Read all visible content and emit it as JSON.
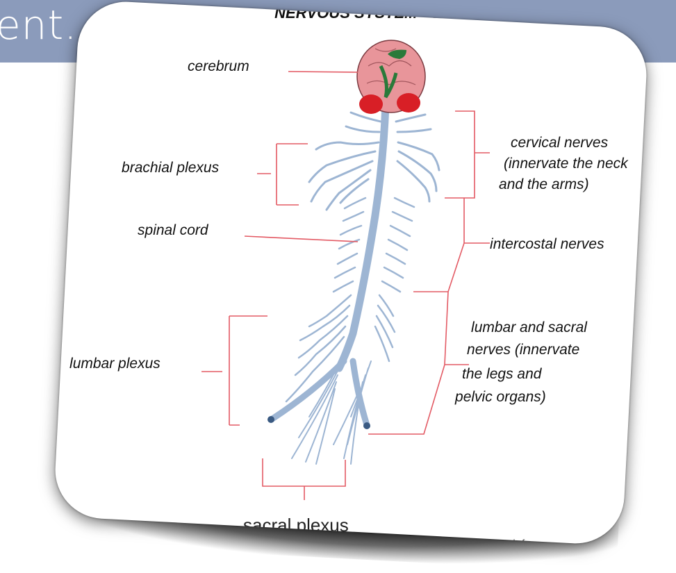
{
  "slide": {
    "title_fragment": "ent."
  },
  "diagram": {
    "title": "NERVOUS SYSTEM - SPINAL NERVES",
    "labels": {
      "cerebrum": "cerebrum",
      "brachial_plexus": "brachial plexus",
      "spinal_cord": "spinal cord",
      "lumbar_plexus": "lumbar plexus",
      "sacral_plexus": "sacral plexus",
      "cervical_nerves": [
        "cervical nerves",
        "(innervate the neck",
        "and the arms)"
      ],
      "intercostal_nerves": "intercostal nerves",
      "lumbar_sacral_nerves": [
        "lumbar and sacral",
        "nerves (innervate",
        "the legs and",
        "pelvic organs)"
      ]
    },
    "watermark": "www.infor",
    "colors": {
      "leader_line": "#e35a64",
      "nerve": "#9db5d3",
      "brain": "#e8959a",
      "brain_accent": "#2a7a3a",
      "cerebellum": "#d81f26",
      "slide_band": "#8b9bbb"
    }
  }
}
